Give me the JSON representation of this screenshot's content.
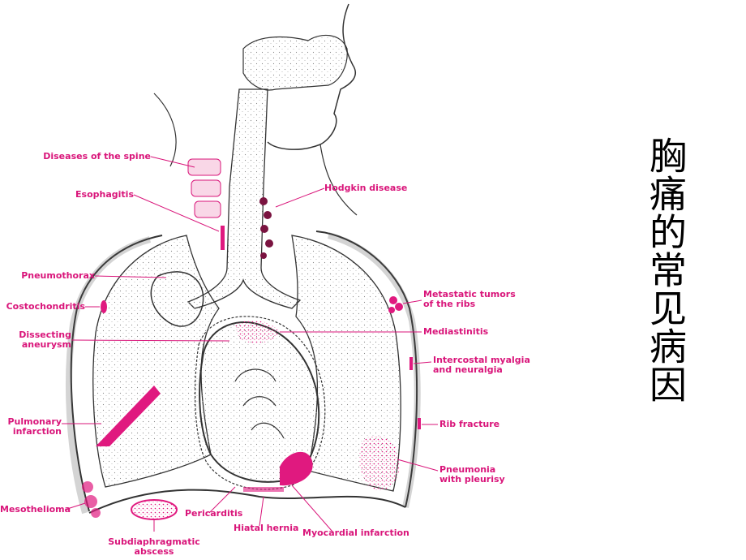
{
  "title": "胸痛的常见病因",
  "labels": {
    "spine": "Diseases of the spine",
    "esophagitis": "Esophagitis",
    "pneumothorax": "Pneumothorax",
    "costochondritis": "Costochondritis",
    "dissecting": "Dissecting\naneurysm",
    "pulmonary": "Pulmonary\ninfarction",
    "mesothelioma": "Mesothelioma",
    "subdiaphragmatic": "Subdiaphragmatic\nabscess",
    "pericarditis": "Pericarditis",
    "hiatal": "Hiatal hernia",
    "myocardial": "Myocardial infarction",
    "hodgkin": "Hodgkin disease",
    "metastatic": "Metastatic tumors\nof the ribs",
    "mediastinitis": "Mediastinitis",
    "intercostal": "Intercostal myalgia\nand neuralgia",
    "rib": "Rib fracture",
    "pneumonia": "Pneumonia\nwith pleurisy"
  },
  "colors": {
    "label": "#d9157a",
    "lesion": "#e0197f",
    "outline": "#333333"
  }
}
